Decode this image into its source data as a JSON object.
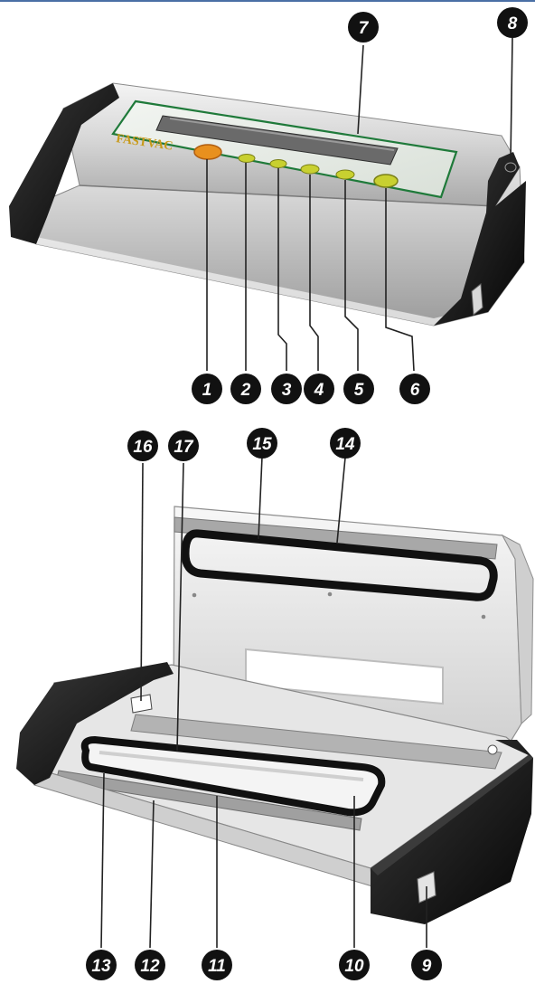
{
  "colors": {
    "top_rule": "#4a6fa5",
    "panel_green": "#1f7a3a",
    "button_orange": "#e8901e",
    "button_yellow": "#c8d030",
    "brand_gold": "#c89a1a",
    "brand_green": "#2a8a3a",
    "gasket": "#111111",
    "callout_fill": "#111111"
  },
  "icons": [
    "diagram-callout-circle"
  ],
  "top_unit": {
    "brand_text": "FASTVAC",
    "button_labels": [
      "",
      "",
      "",
      "",
      "",
      ""
    ],
    "callouts": [
      "1",
      "2",
      "3",
      "4",
      "5",
      "6",
      "7",
      "8"
    ]
  },
  "open_unit": {
    "callouts": [
      "9",
      "10",
      "11",
      "12",
      "13",
      "14",
      "15",
      "16",
      "17"
    ]
  }
}
